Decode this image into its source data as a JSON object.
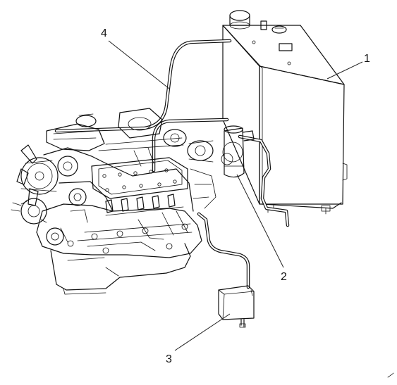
{
  "callouts": [
    {
      "id": "1",
      "text": "1"
    },
    {
      "id": "2",
      "text": "2"
    },
    {
      "id": "3",
      "text": "3"
    },
    {
      "id": "4",
      "text": "4"
    }
  ],
  "colors": {
    "line": "#111111",
    "background": "#ffffff"
  }
}
